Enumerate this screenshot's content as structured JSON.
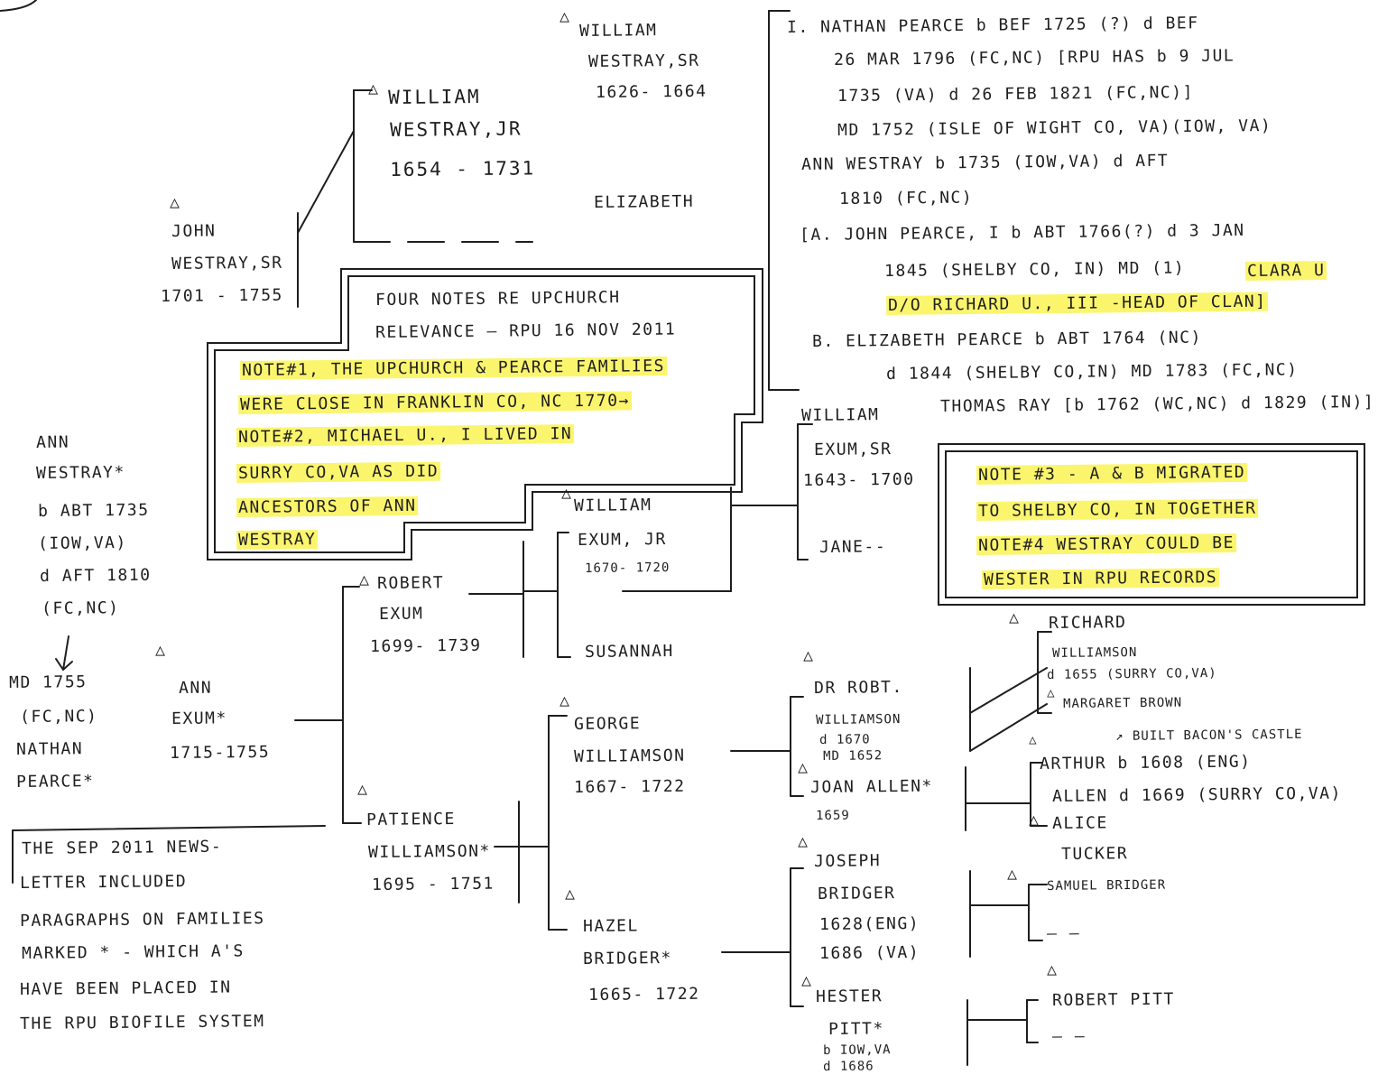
{
  "corner_mark": "",
  "william_westray_sr": {
    "marker": "△",
    "lines": [
      "WILLIAM",
      "WESTRAY,SR",
      "1626- 1664"
    ]
  },
  "william_westray_jr": {
    "marker": "△",
    "lines": [
      "WILLIAM",
      "WESTRAY,JR",
      "1654 - 1731"
    ]
  },
  "elizabeth": {
    "line": "ELIZABETH"
  },
  "john_westray_sr": {
    "marker": "△",
    "lines": [
      "JOHN",
      "WESTRAY,SR",
      "1701 - 1755"
    ]
  },
  "ann_westray_margin": {
    "lines": [
      "ANN",
      "WESTRAY*",
      "b ABT 1735",
      "(IOW,VA)",
      "d AFT 1810",
      "(FC,NC)"
    ]
  },
  "md_nathan": {
    "lines": [
      "MD 1755",
      "(FC,NC)",
      "NATHAN",
      "PEARCE*"
    ]
  },
  "ann_exum": {
    "marker": "△",
    "lines": [
      "ANN",
      "EXUM*",
      "1715-1755"
    ]
  },
  "robert_exum": {
    "marker": "△",
    "lines": [
      "ROBERT",
      "EXUM",
      "1699- 1739"
    ]
  },
  "patience_williamson": {
    "marker": "△",
    "lines": [
      "PATIENCE",
      "WILLIAMSON*",
      "1695 - 1751"
    ]
  },
  "william_exum_jr": {
    "marker": "△",
    "lines": [
      "WILLIAM",
      "EXUM, JR",
      "1670- 1720"
    ]
  },
  "susannah": {
    "line": "SUSANNAH"
  },
  "george_williamson": {
    "marker": "△",
    "lines": [
      "GEORGE",
      "WILLIAMSON",
      "1667- 1722"
    ]
  },
  "hazel_bridger": {
    "marker": "△",
    "lines": [
      "HAZEL",
      "BRIDGER*",
      "1665- 1722"
    ]
  },
  "william_exum_sr": {
    "lines": [
      "WILLIAM",
      "EXUM,SR",
      "1643- 1700"
    ]
  },
  "jane": {
    "line": "JANE--"
  },
  "dr_robt_williamson": {
    "marker": "△",
    "lines": [
      "DR ROBT.",
      "WILLIAMSON",
      "d 1670",
      "MD 1652"
    ]
  },
  "joan_allen": {
    "marker": "△",
    "lines": [
      "JOAN ALLEN*",
      "1659"
    ]
  },
  "joseph_bridger": {
    "marker": "△",
    "lines": [
      "JOSEPH",
      "BRIDGER",
      "1628(ENG)",
      "1686 (VA)"
    ]
  },
  "hester_pitt": {
    "marker": "△",
    "lines": [
      "HESTER",
      "PITT*",
      "b IOW,VA",
      "d 1686"
    ]
  },
  "richard_williamson": {
    "marker": "△",
    "lines": [
      "RICHARD",
      "WILLIAMSON",
      "d 1655 (SURRY CO,VA)"
    ]
  },
  "margaret_brown": {
    "marker": "△",
    "line": "MARGARET BROWN"
  },
  "arthur_allen": {
    "marker": "△",
    "note": "↗ BUILT BACON'S CASTLE",
    "lines": [
      "ARTHUR b 1608 (ENG)",
      "ALLEN d 1669 (SURRY CO,VA)"
    ]
  },
  "alice_tucker": {
    "marker": "△",
    "lines": [
      "ALICE",
      "TUCKER"
    ]
  },
  "samuel_bridger": {
    "marker": "△",
    "lines": [
      "SAMUEL BRIDGER",
      "— —"
    ]
  },
  "robert_pitt": {
    "marker": "△",
    "lines": [
      "ROBERT PITT",
      "— —"
    ]
  },
  "pearce_block": {
    "lines": [
      "I. NATHAN PEARCE b BEF 1725 (?) d BEF",
      "26 MAR 1796 (FC,NC) [RPU HAS b 9 JUL",
      "1735 (VA) d 26 FEB 1821 (FC,NC)]",
      "MD 1752 (ISLE OF WIGHT CO, VA)(IOW, VA)",
      "ANN WESTRAY b 1735 (IOW,VA) d AFT",
      "1810 (FC,NC)",
      "[A. JOHN PEARCE, I b ABT 1766(?) d 3 JAN",
      "1845 (SHELBY CO, IN) MD (1)",
      "CLARA U",
      "D/O RICHARD U., III -HEAD OF CLAN]",
      "B. ELIZABETH PEARCE b ABT 1764 (NC)",
      "d 1844 (SHELBY CO,IN) MD 1783 (FC,NC)",
      "THOMAS RAY [b 1762 (WC,NC) d 1829 (IN)]"
    ]
  },
  "four_notes_box": {
    "title": [
      "FOUR NOTES RE UPCHURCH",
      "RELEVANCE — RPU 16 NOV 2011"
    ],
    "lines": [
      "NOTE#1, THE UPCHURCH & PEARCE FAMILIES",
      "WERE CLOSE IN FRANKLIN CO, NC 1770→",
      "NOTE#2, MICHAEL U., I LIVED IN",
      "SURRY CO,VA AS DID",
      "ANCESTORS OF ANN",
      "WESTRAY"
    ]
  },
  "notes_34_box": {
    "lines": [
      "NOTE #3 - A & B MIGRATED",
      "TO SHELBY CO, IN TOGETHER",
      "NOTE#4 WESTRAY COULD BE",
      "WESTER IN RPU RECORDS"
    ]
  },
  "newsletter_box": {
    "lines": [
      "THE SEP 2011 NEWS-",
      "LETTER INCLUDED",
      "PARAGRAPHS ON FAMILIES",
      "MARKED * - WHICH A'S",
      "HAVE BEEN PLACED IN",
      "THE RPU BIOFILE SYSTEM"
    ]
  }
}
